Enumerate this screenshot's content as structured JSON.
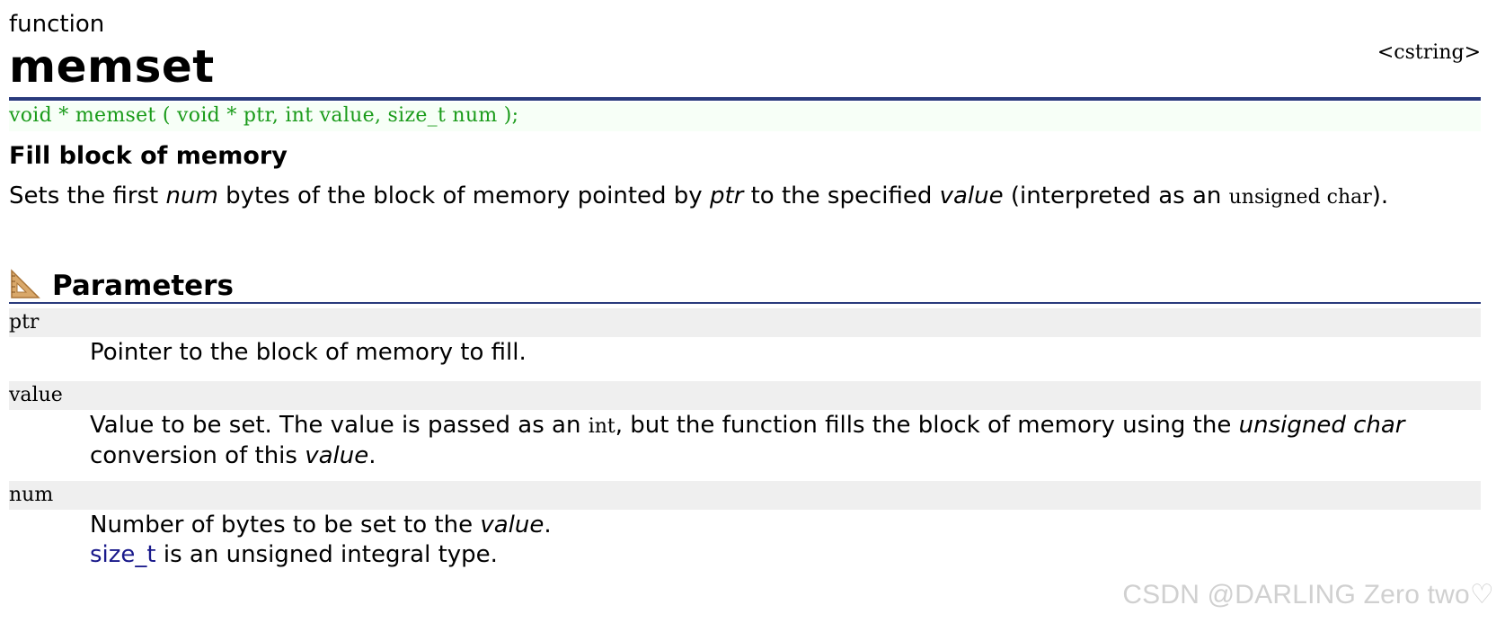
{
  "header": {
    "kind": "function",
    "name": "memset",
    "library": "<cstring>"
  },
  "prototype": "void * memset ( void * ptr, int value, size_t num );",
  "summary": "Fill block of memory",
  "description": {
    "p1": "Sets the first ",
    "num": "num",
    "p2": " bytes of the block of memory pointed by ",
    "ptr": "ptr",
    "p3": " to the specified ",
    "value": "value",
    "p4": " (interpreted as an ",
    "code": "unsigned char",
    "p5": ")."
  },
  "parameters": {
    "title": "Parameters",
    "icon": "set-square-ruler-icon",
    "items": [
      {
        "name": "ptr",
        "desc": "Pointer to the block of memory to fill."
      },
      {
        "name": "value",
        "d1": "Value to be set. The value is passed as an ",
        "code": "int",
        "d2": ", but the function fills the block of memory using the ",
        "em": "unsigned char",
        "d3": "conversion of this ",
        "em2": "value",
        "d4": "."
      },
      {
        "name": "num",
        "d1": "Number of bytes to be set to the ",
        "em": "value",
        "d2": ".",
        "link": "size_t",
        "d3": " is an unsigned integral type."
      }
    ]
  },
  "watermark": "CSDN @DARLING Zero two♡",
  "colors": {
    "rule": "#2a3b7d",
    "prototype_text": "#1a9b1a",
    "param_bg": "#efefef",
    "link": "#1a1a8b"
  }
}
